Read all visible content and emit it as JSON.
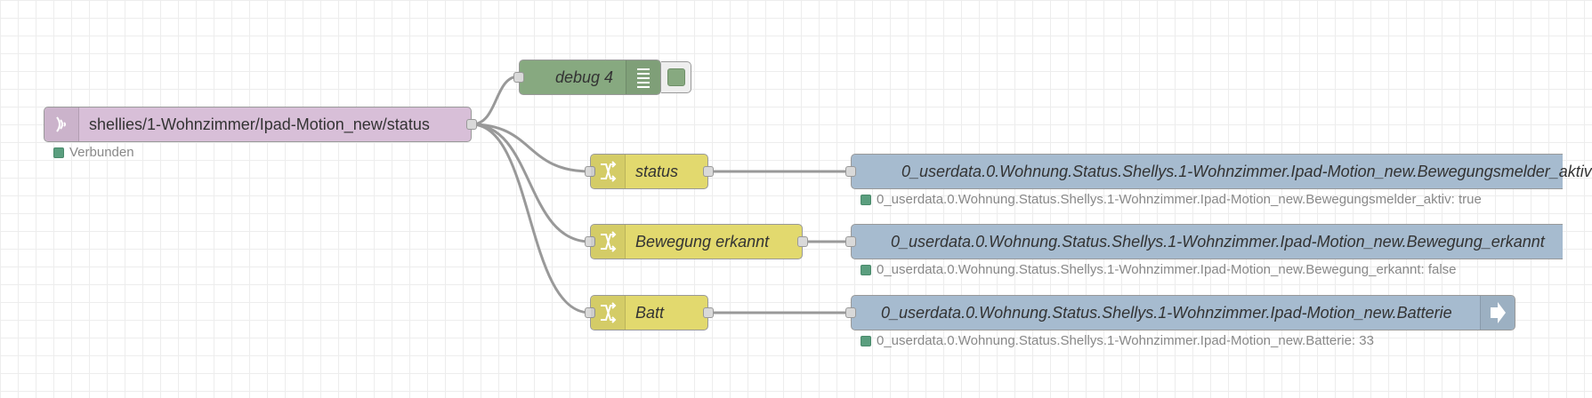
{
  "flow": {
    "mqtt_in": {
      "label": "shellies/1-Wohnzimmer/Ipad-Motion_new/status",
      "status": "Verbunden",
      "icon": "bridge-icon",
      "color": "#d8bfd8"
    },
    "debug": {
      "label": "debug 4",
      "icon": "list-icon",
      "color": "#87a980"
    },
    "changes": [
      {
        "label": "status",
        "icon": "shuffle-icon"
      },
      {
        "label": "Bewegung erkannt",
        "icon": "shuffle-icon"
      },
      {
        "label": "Batt",
        "icon": "shuffle-icon"
      }
    ],
    "outputs": [
      {
        "label": "0_userdata.0.Wohnung.Status.Shellys.1-Wohnzimmer.Ipad-Motion_new.Bewegungsmelder_aktiv",
        "status": "0_userdata.0.Wohnung.Status.Shellys.1-Wohnzimmer.Ipad-Motion_new.Bewegungsmelder_aktiv: true"
      },
      {
        "label": "0_userdata.0.Wohnung.Status.Shellys.1-Wohnzimmer.Ipad-Motion_new.Bewegung_erkannt",
        "status": "0_userdata.0.Wohnung.Status.Shellys.1-Wohnzimmer.Ipad-Motion_new.Bewegung_erkannt: false"
      },
      {
        "label": "0_userdata.0.Wohnung.Status.Shellys.1-Wohnzimmer.Ipad-Motion_new.Batterie",
        "status": "0_userdata.0.Wohnung.Status.Shellys.1-Wohnzimmer.Ipad-Motion_new.Batterie: 33",
        "icon": "arrow-right-icon"
      }
    ],
    "colors": {
      "change": "#e2d96e",
      "iobroker": "#a6bbcf",
      "status_ok": "#5a9e7e",
      "wire": "#999999"
    }
  }
}
